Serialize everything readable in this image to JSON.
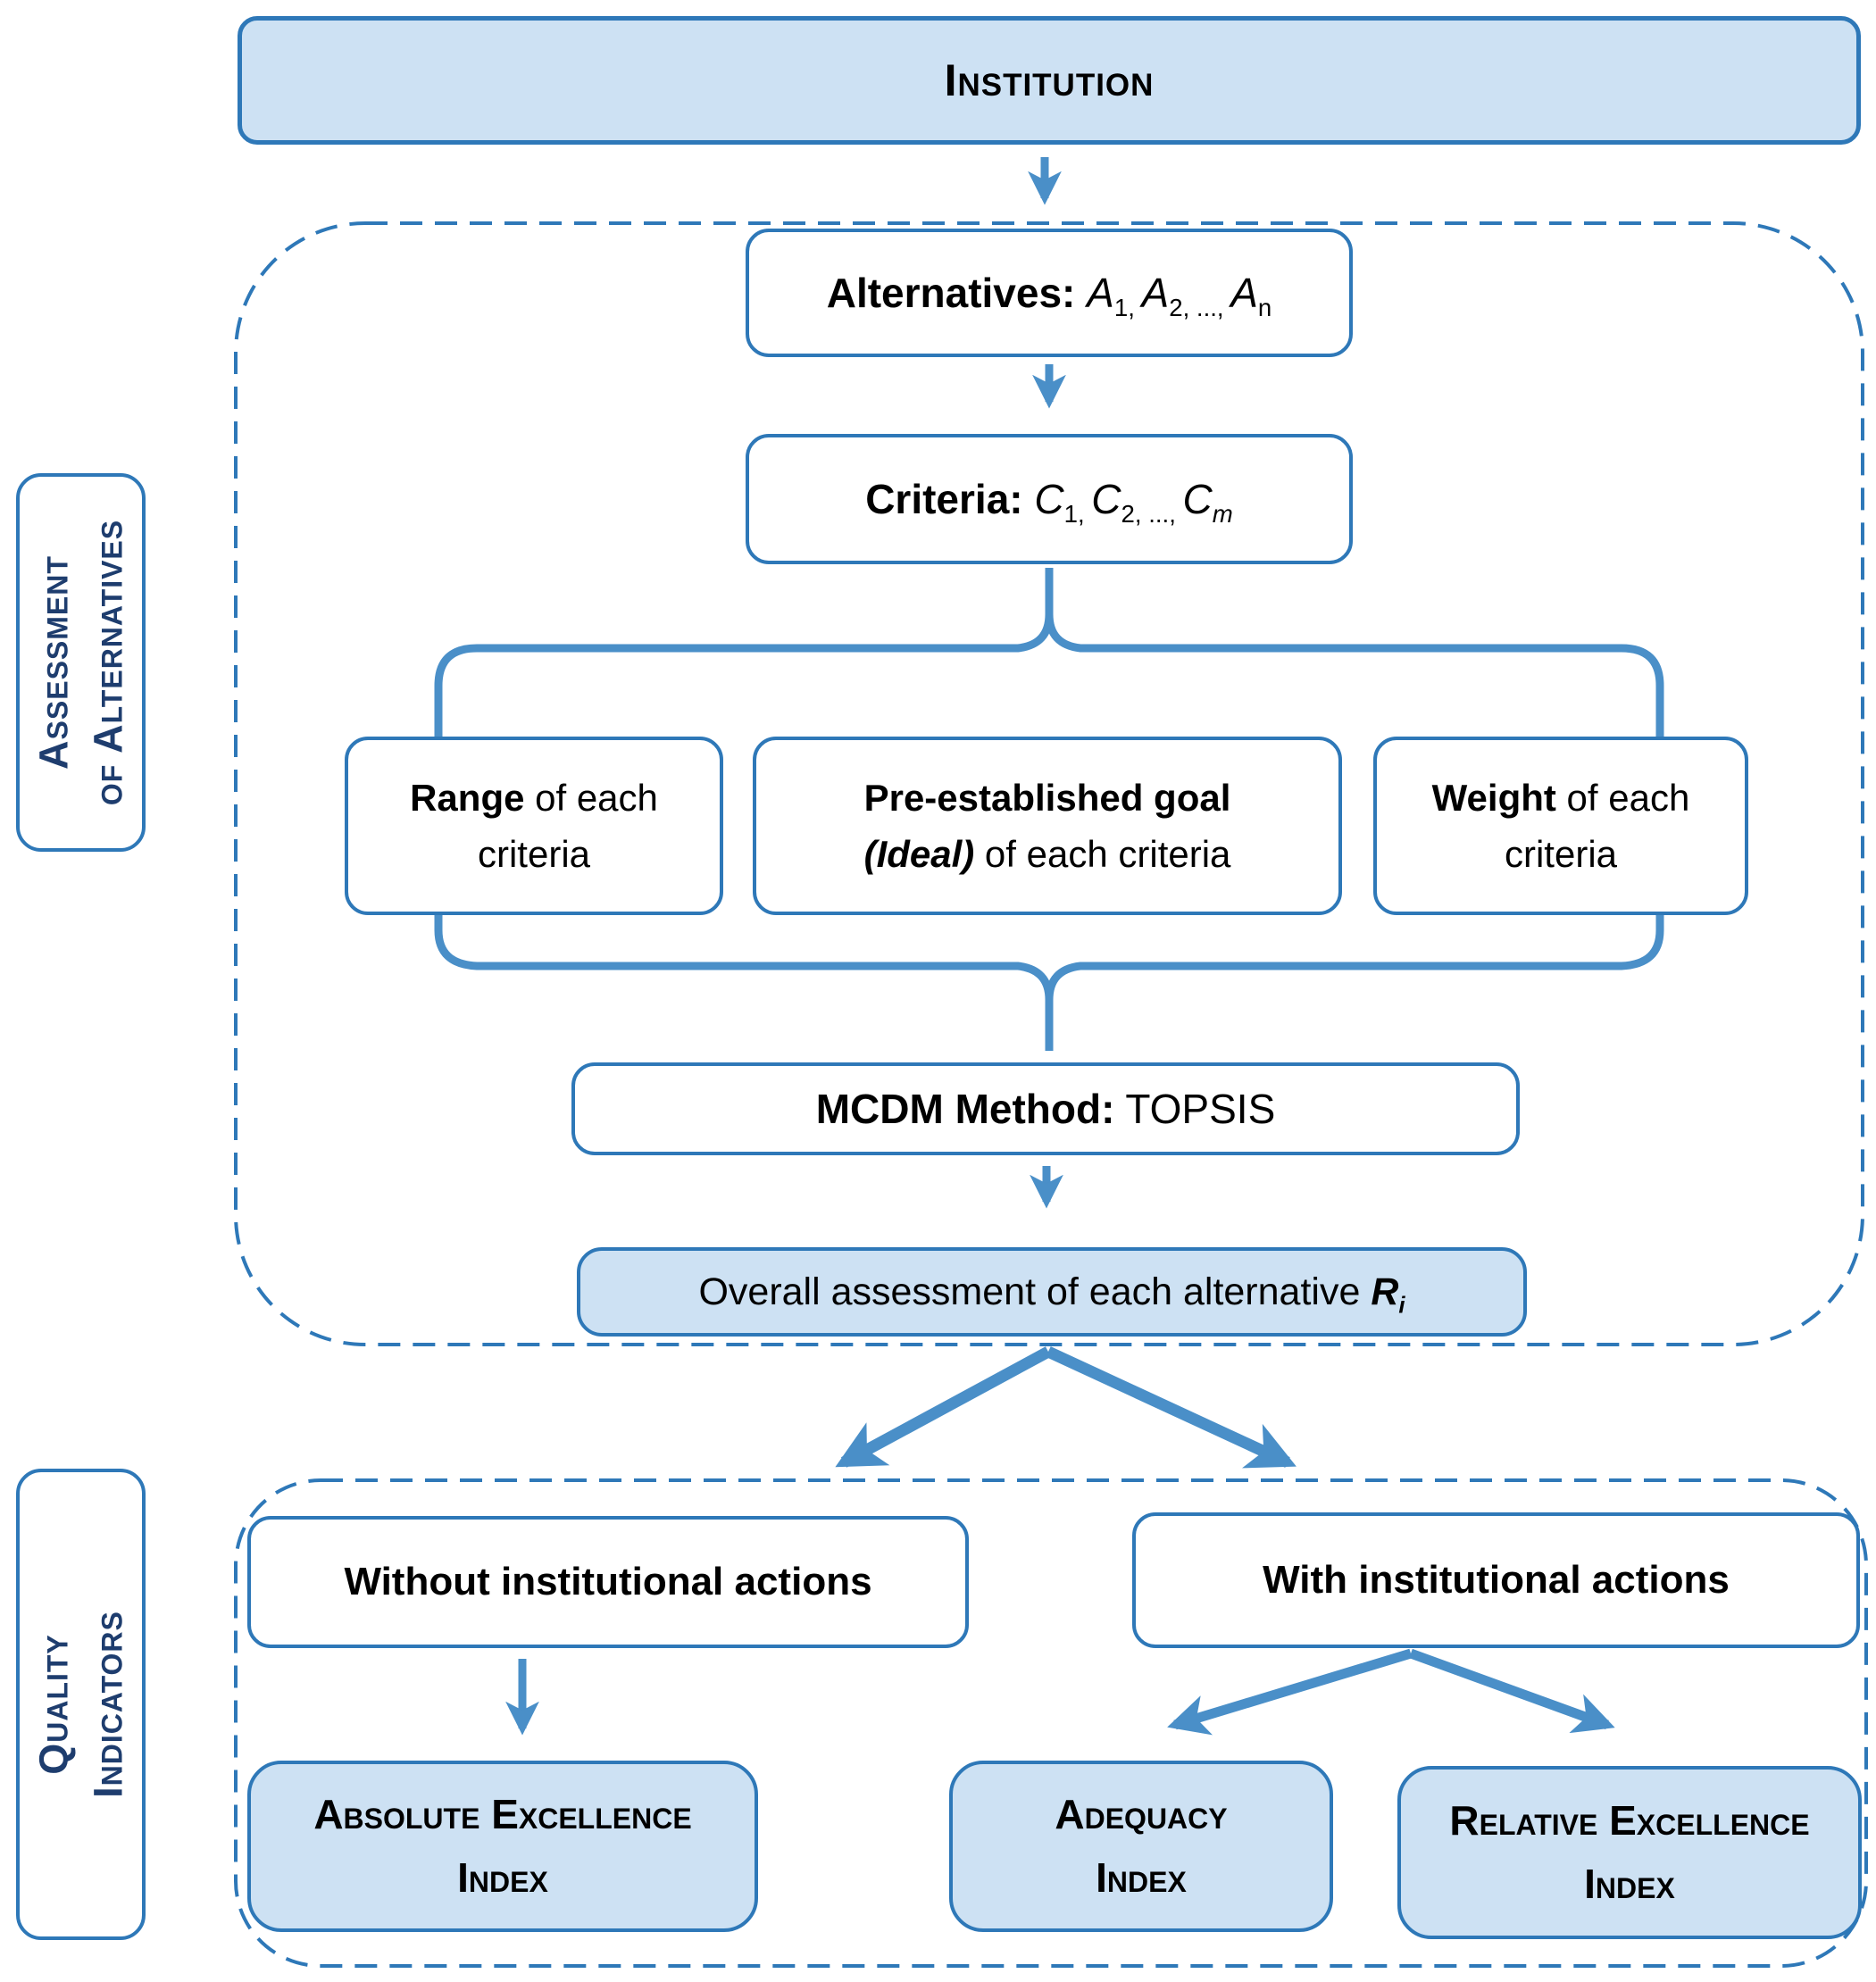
{
  "colors": {
    "box_fill": "#cde1f3",
    "box_border": "#2e78b8",
    "connector": "#4a8fc8",
    "section_label_text": "#1e3d6e",
    "text": "#000000",
    "background": "#ffffff"
  },
  "top": {
    "institution": [
      {
        "t": "Institution"
      }
    ]
  },
  "assessment": {
    "label": [
      {
        "t": "Assessment"
      },
      {
        "br": 1
      },
      {
        "t": "of Alternatives"
      }
    ],
    "alternatives": [
      {
        "t": "Alternatives:  ",
        "b": 1
      },
      {
        "t": "A",
        "i": 1
      },
      {
        "t": "1, ",
        "sub": 1
      },
      {
        "t": "A",
        "i": 1
      },
      {
        "t": "2, ..., ",
        "sub": 1
      },
      {
        "t": "A",
        "i": 1
      },
      {
        "t": "n",
        "sub": 1
      }
    ],
    "criteria": [
      {
        "t": "Criteria:  ",
        "b": 1
      },
      {
        "t": "C",
        "i": 1
      },
      {
        "t": "1, ",
        "sub": 1
      },
      {
        "t": "C",
        "i": 1
      },
      {
        "t": "2, ..., ",
        "sub": 1
      },
      {
        "t": "C",
        "i": 1
      },
      {
        "t": "m",
        "i": 1,
        "sub": 1
      }
    ],
    "range": [
      {
        "t": "Range",
        "b": 1
      },
      {
        "t": " of each criteria"
      }
    ],
    "goal": [
      {
        "t": "Pre-established goal",
        "b": 1
      },
      {
        "br": 1
      },
      {
        "t": "(Ideal)",
        "b": 1,
        "i": 1
      },
      {
        "t": " of each criteria"
      }
    ],
    "weight": [
      {
        "t": "Weight",
        "b": 1
      },
      {
        "t": " of each criteria"
      }
    ],
    "mcdm": [
      {
        "t": "MCDM Method:",
        "b": 1
      },
      {
        "t": "  TOPSIS"
      }
    ],
    "overall": [
      {
        "t": "Overall assessment of each alternative "
      },
      {
        "t": "R",
        "b": 1,
        "i": 1
      },
      {
        "t": "i",
        "b": 1,
        "i": 1,
        "sub": 1
      }
    ]
  },
  "quality": {
    "label": [
      {
        "t": "Quality"
      },
      {
        "br": 1
      },
      {
        "t": "Indicators"
      }
    ],
    "without_actions": [
      {
        "t": "Without institutional actions",
        "b": 1
      }
    ],
    "with_actions": [
      {
        "t": "With institutional actions",
        "b": 1
      }
    ],
    "absolute_index": [
      {
        "t": "Absolute Excellence"
      },
      {
        "br": 1
      },
      {
        "t": "Index"
      }
    ],
    "adequacy_index": [
      {
        "t": "Adequacy"
      },
      {
        "br": 1
      },
      {
        "t": "Index"
      }
    ],
    "relative_index": [
      {
        "t": "Relative Excellence"
      },
      {
        "br": 1
      },
      {
        "t": "Index"
      }
    ]
  }
}
